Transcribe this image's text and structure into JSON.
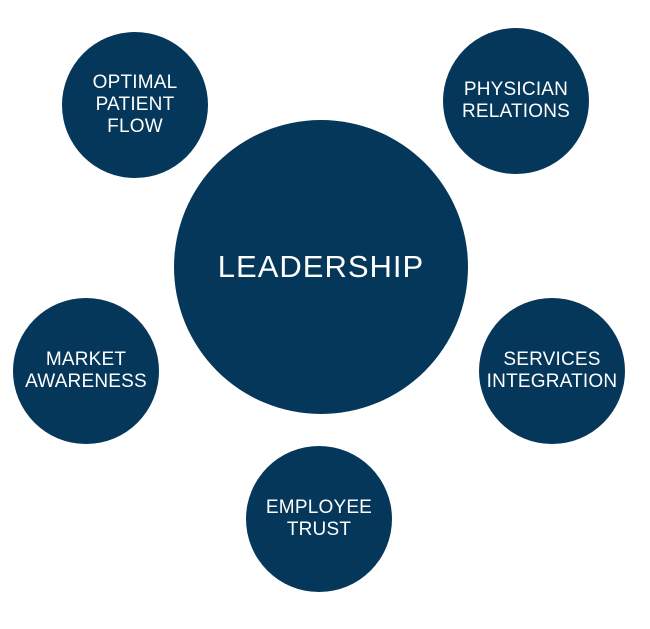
{
  "theme": {
    "circle_color": "#04375a",
    "text_color": "#ffffff",
    "background": "#ffffff"
  },
  "center": {
    "label": "LEADERSHIP"
  },
  "satellites": {
    "optimal_patient_flow": {
      "lines": [
        "OPTIMAL",
        "PATIENT",
        "FLOW"
      ]
    },
    "physician_relations": {
      "lines": [
        "PHYSICIAN",
        "RELATIONS"
      ]
    },
    "market_awareness": {
      "lines": [
        "MARKET",
        "AWARENESS"
      ]
    },
    "services_integration": {
      "lines": [
        "SERVICES",
        "INTEGRATION"
      ]
    },
    "employee_trust": {
      "lines": [
        "EMPLOYEE",
        "TRUST"
      ]
    }
  }
}
